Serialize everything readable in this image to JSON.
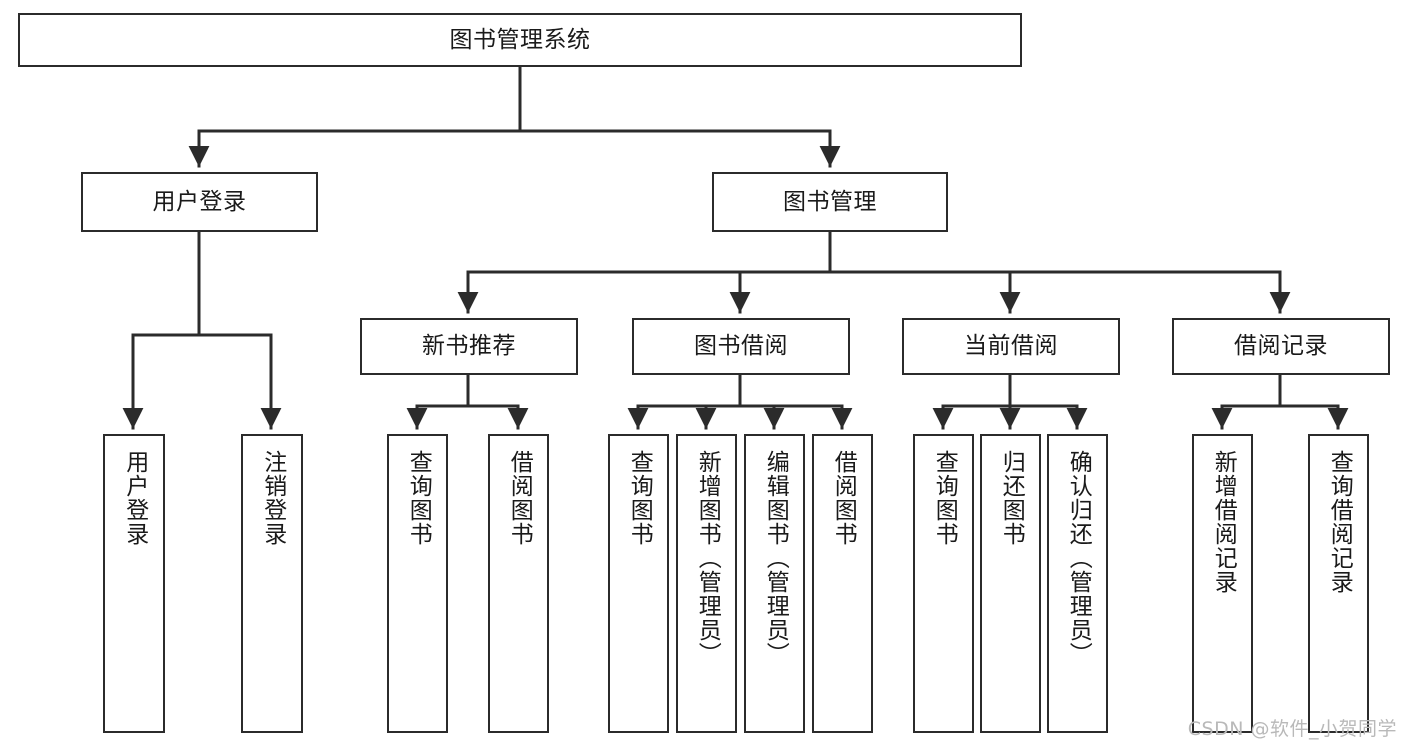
{
  "diagram": {
    "type": "tree-hierarchy",
    "title": "图书管理系统",
    "orientation": "top-down",
    "colors": {
      "box_border": "#2b2b2b",
      "box_fill": "#ffffff",
      "edge": "#2b2b2b",
      "text": "#1a1a1a",
      "watermark": "#b9b9b9",
      "background": "#ffffff"
    },
    "levels": {
      "root": {
        "label": "图书管理系统"
      },
      "level2": [
        {
          "id": "user-login",
          "label": "用户登录"
        },
        {
          "id": "book-management",
          "label": "图书管理"
        }
      ],
      "level3": [
        {
          "id": "new-book-recommend",
          "label": "新书推荐",
          "parent": "book-management"
        },
        {
          "id": "book-borrow",
          "label": "图书借阅",
          "parent": "book-management"
        },
        {
          "id": "current-borrow",
          "label": "当前借阅",
          "parent": "book-management"
        },
        {
          "id": "borrow-record",
          "label": "借阅记录",
          "parent": "book-management"
        }
      ],
      "leaves": [
        {
          "id": "leaf-user-login",
          "label": "用户登录",
          "parent": "user-login"
        },
        {
          "id": "leaf-logout-login",
          "label": "注销登录",
          "parent": "user-login"
        },
        {
          "id": "leaf-query-book-1",
          "label": "查询图书",
          "parent": "new-book-recommend"
        },
        {
          "id": "leaf-borrow-book-1",
          "label": "借阅图书",
          "parent": "new-book-recommend"
        },
        {
          "id": "leaf-query-book-2",
          "label": "查询图书",
          "parent": "book-borrow"
        },
        {
          "id": "leaf-add-book",
          "label": "新增图书（管理员）",
          "parent": "book-borrow"
        },
        {
          "id": "leaf-edit-book",
          "label": "编辑图书（管理员）",
          "parent": "book-borrow"
        },
        {
          "id": "leaf-borrow-book-2",
          "label": "借阅图书",
          "parent": "book-borrow"
        },
        {
          "id": "leaf-query-book-3",
          "label": "查询图书",
          "parent": "current-borrow"
        },
        {
          "id": "leaf-return-book",
          "label": "归还图书",
          "parent": "current-borrow"
        },
        {
          "id": "leaf-confirm-return",
          "label": "确认归还（管理员）",
          "parent": "current-borrow"
        },
        {
          "id": "leaf-add-record",
          "label": "新增借阅记录",
          "parent": "borrow-record"
        },
        {
          "id": "leaf-query-record",
          "label": "查询借阅记录",
          "parent": "borrow-record"
        }
      ]
    }
  },
  "watermark": {
    "text": "CSDN @软件_小贺同学"
  }
}
